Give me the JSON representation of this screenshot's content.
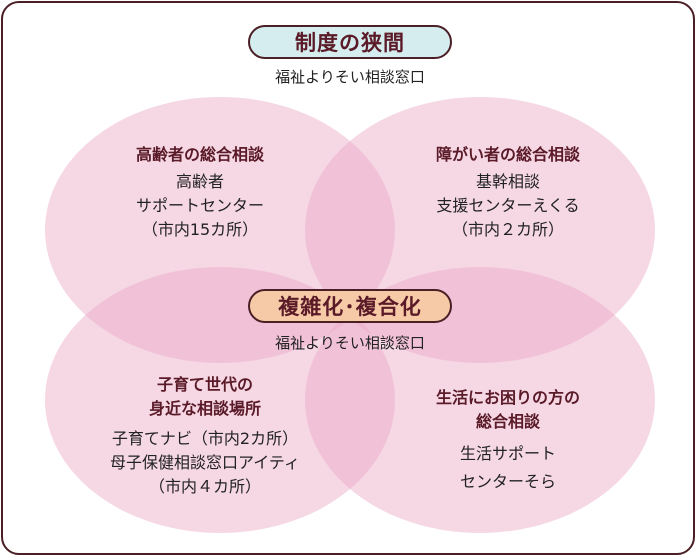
{
  "colors": {
    "frame_border": "#4a1f25",
    "ellipse_fill": "#eba8c6",
    "pill_top_bg": "#d6edef",
    "pill_mid_bg": "#f6caa6",
    "heading_text": "#5a1a28",
    "body_text": "#222222"
  },
  "top_label": {
    "title": "制度の狭間",
    "subtitle": "福祉よりそい相談窓口"
  },
  "center_label": {
    "title": "複雑化･複合化",
    "subtitle": "福祉よりそい相談窓口"
  },
  "circles": [
    {
      "position": "top-left",
      "title_lines": [
        "高齢者の総合相談"
      ],
      "body_lines": [
        "高齢者",
        "サポートセンター",
        "（市内15カ所）"
      ]
    },
    {
      "position": "top-right",
      "title_lines": [
        "障がい者の総合相談"
      ],
      "body_lines": [
        "基幹相談",
        "支援センターえくる",
        "（市内２カ所）"
      ]
    },
    {
      "position": "bottom-left",
      "title_lines": [
        "子育て世代の",
        "身近な相談場所"
      ],
      "body_lines": [
        "子育てナビ（市内2カ所）",
        "母子保健相談窓口アイティ",
        "（市内４カ所）"
      ]
    },
    {
      "position": "bottom-right",
      "title_lines": [
        "生活にお困りの方の",
        "総合相談"
      ],
      "body_lines": [
        "生活サポート",
        "センターそら"
      ]
    }
  ]
}
